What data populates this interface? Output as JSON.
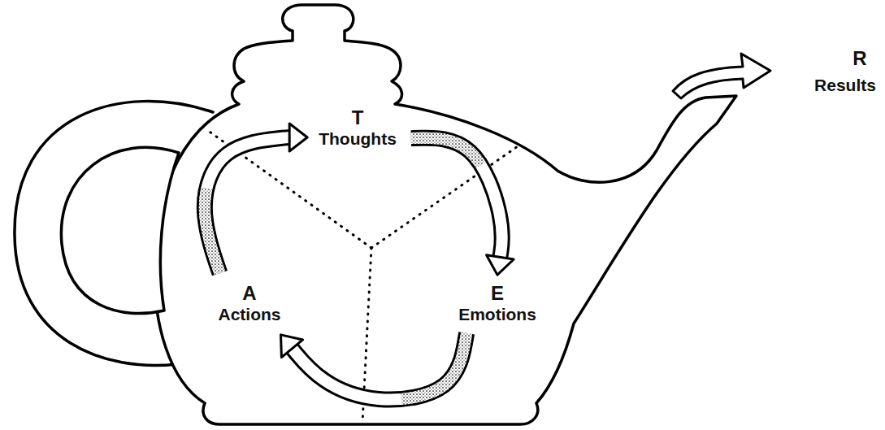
{
  "diagram": {
    "nodes": [
      {
        "text": [
          "T",
          "Thoughts"
        ]
      },
      {
        "text": [
          "A",
          "Actions"
        ]
      },
      {
        "text": [
          "E",
          "Emotions"
        ]
      }
    ],
    "edges": [
      {
        "from": 0,
        "to": 2,
        "arrow": "to"
      },
      {
        "from": 2,
        "to": 1,
        "arrow": "to"
      },
      {
        "from": 1,
        "to": 0,
        "arrow": "to"
      }
    ],
    "labels": [
      "R",
      "Results"
    ]
  }
}
